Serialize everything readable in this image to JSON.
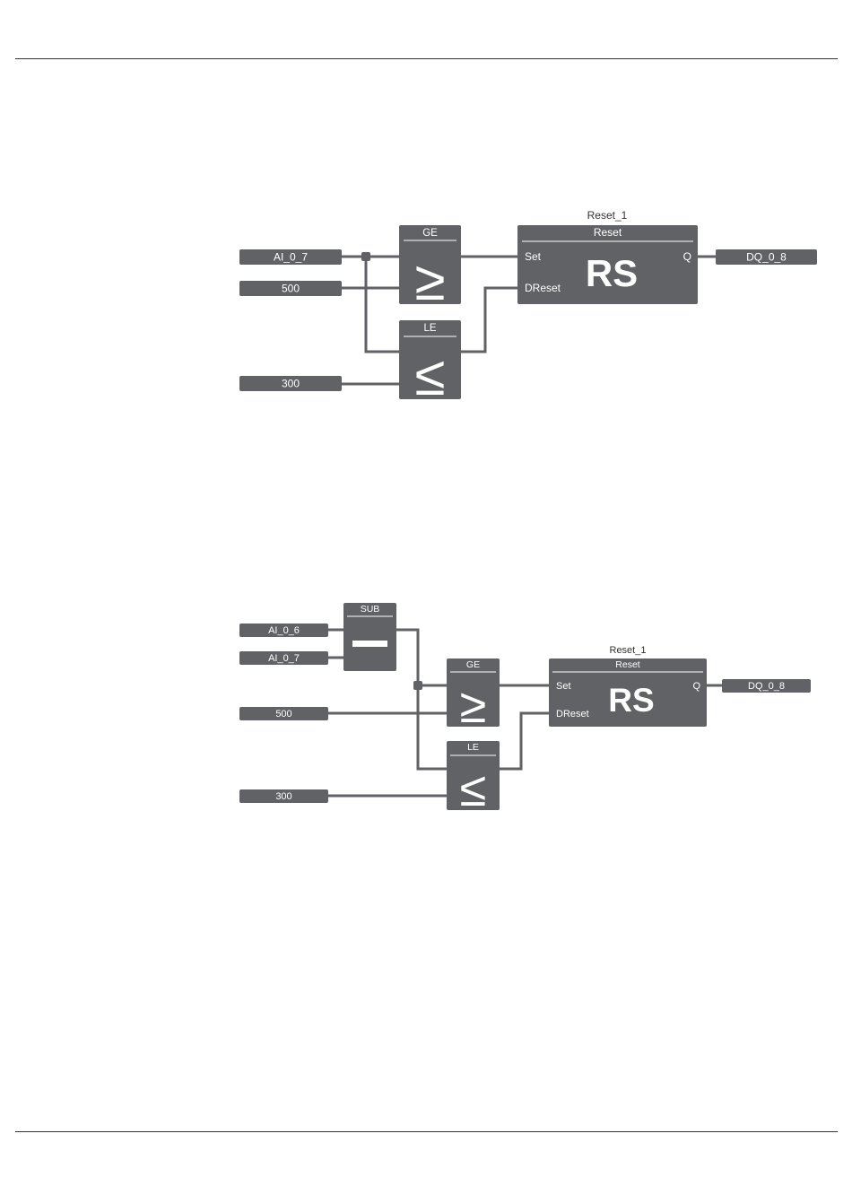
{
  "colors": {
    "block_fill": "#606265",
    "wire": "#606265",
    "text_light": "#ffffff",
    "text_dark": "#333333"
  },
  "diagram1": {
    "inputs": {
      "ai": "AI_0_7",
      "high": "500",
      "low": "300"
    },
    "ge": {
      "title": "GE",
      "symbol": "≥"
    },
    "le": {
      "title": "LE",
      "symbol": "≤"
    },
    "rs": {
      "instance": "Reset_1",
      "title": "Reset",
      "set": "Set",
      "dreset": "DReset",
      "q": "Q",
      "symbol": "RS"
    },
    "output": "DQ_0_8"
  },
  "diagram2": {
    "inputs": {
      "ai_a": "AI_0_6",
      "ai_b": "AI_0_7",
      "high": "500",
      "low": "300"
    },
    "sub": {
      "title": "SUB",
      "symbol": "−"
    },
    "ge": {
      "title": "GE",
      "symbol": "≥"
    },
    "le": {
      "title": "LE",
      "symbol": "≤"
    },
    "rs": {
      "instance": "Reset_1",
      "title": "Reset",
      "set": "Set",
      "dreset": "DReset",
      "q": "Q",
      "symbol": "RS"
    },
    "output": "DQ_0_8"
  }
}
